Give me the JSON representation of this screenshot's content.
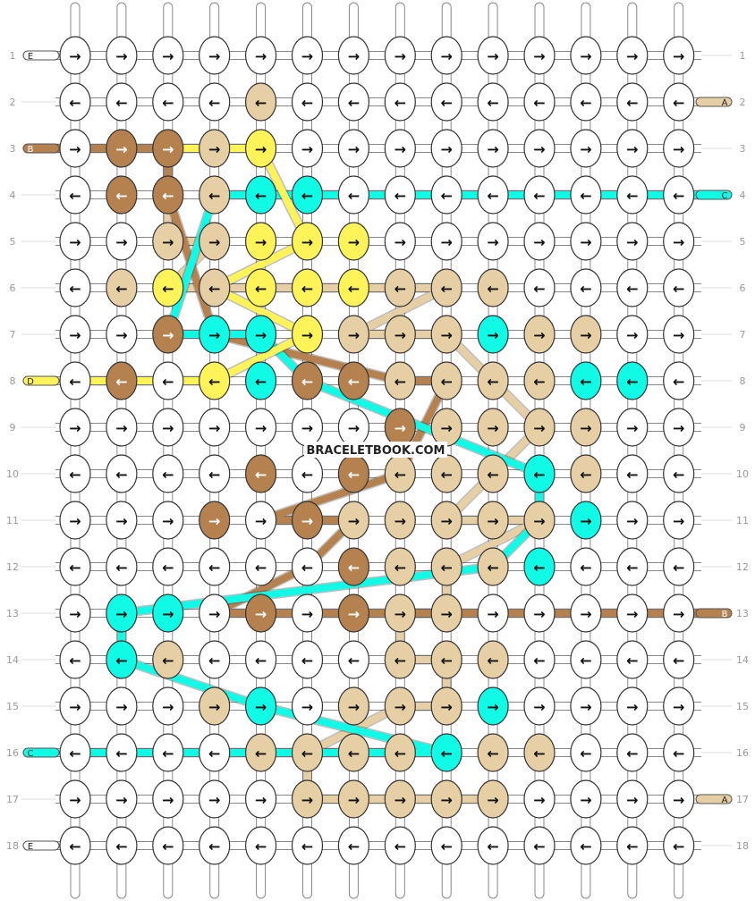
{
  "watermark": "BRACELETBOOK.COM",
  "colors": {
    "A": "#E6CFA4",
    "B": "#B5814F",
    "C": "#11FAE6",
    "D": "#FFF35A",
    "E": "#FFFFFF"
  },
  "row_count": 18,
  "knot_columns": 14,
  "left_row_labels": [
    "1",
    "2",
    "3",
    "4",
    "5",
    "6",
    "7",
    "8",
    "9",
    "10",
    "11",
    "12",
    "13",
    "14",
    "15",
    "16",
    "17",
    "18"
  ],
  "right_row_labels": [
    "1",
    "2",
    "3",
    "4",
    "5",
    "6",
    "7",
    "8",
    "9",
    "10",
    "11",
    "12",
    "13",
    "14",
    "15",
    "16",
    "17",
    "18"
  ],
  "left_strand_tags": [
    {
      "row": 1,
      "letter": "E"
    },
    {
      "row": 3,
      "letter": "B"
    },
    {
      "row": 8,
      "letter": "D"
    },
    {
      "row": 16,
      "letter": "C"
    },
    {
      "row": 18,
      "letter": "E"
    }
  ],
  "right_strand_tags": [
    {
      "row": 2,
      "letter": "A"
    },
    {
      "row": 4,
      "letter": "C"
    },
    {
      "row": 13,
      "letter": "B"
    },
    {
      "row": 17,
      "letter": "A"
    }
  ],
  "knots": [
    "EEEEEEEEEEEEEE",
    "EEEEAEEEEEEEEE",
    "EBBADEEEEEEEEE",
    "EBBACCEEEEEEEE",
    "EEAADDDEEEEEEE",
    "EADADDDAAAEEEE",
    "EEBCCDAAACAAEE",
    "EBEDCBBAAAACCE",
    "EEEEEEEBAAAAEE",
    "EEEEBEBAAACAEE",
    "EEEBEBAAAAACEE",
    "EEEEEEBAAACEEE",
    "ECCEBEBAAEEEEE",
    "ECAEEEEAAAEEEE",
    "EEEACEAAACEEEE",
    "EEEEAAAACAAEEE",
    "EEEEEAAAAAEEEE",
    "EEEEEEEEEEEEEE"
  ],
  "arrows": [
    "→→→→→→→→→→→→→→",
    "←←←←←←←←←←←←←←",
    "→→→→→→→→→→→→→→",
    "←←←←←←←←←←←←←←",
    "→→→→→→→→→→→→→→",
    "←←←←←←←←←←←←←←",
    "→→→→→→→→→→→→→→",
    "←←←←←←←←←←←←←←",
    "→→→→→→→→→→→→→→",
    "←←←←←←←←←←←←←←",
    "→→→→→→→→→→→→→→",
    "←←←←←←←←←←←←←←",
    "→→→→→→→→→→→→→→",
    "←←←←←←←←←←←←←←",
    "→→→→→→→→→→→→→→",
    "←←←←←←←←←←←←←←",
    "→→→→→→→→→→→→→→",
    "←←←←←←←←←←←←←←"
  ],
  "colored_strands": [
    {
      "color": "A",
      "knots": [
        [
          3,
          2
        ],
        [
          5,
          2
        ],
        [
          5,
          3
        ],
        [
          6,
          2
        ],
        [
          6,
          4
        ],
        [
          6,
          6
        ],
        [
          6,
          8
        ],
        [
          7,
          6
        ],
        [
          7,
          8
        ],
        [
          8,
          9
        ],
        [
          9,
          10
        ],
        [
          10,
          9
        ],
        [
          11,
          8
        ],
        [
          11,
          10
        ],
        [
          12,
          8
        ],
        [
          13,
          8
        ],
        [
          13,
          7
        ],
        [
          14,
          7
        ],
        [
          14,
          8
        ],
        [
          15,
          8
        ],
        [
          15,
          7
        ],
        [
          16,
          5
        ],
        [
          17,
          5
        ],
        [
          17,
          9
        ]
      ]
    },
    {
      "color": "B",
      "knots": [
        [
          3,
          0
        ],
        [
          3,
          2
        ],
        [
          4,
          2
        ],
        [
          7,
          3
        ],
        [
          8,
          7
        ],
        [
          8,
          8
        ],
        [
          10,
          7
        ],
        [
          11,
          4
        ],
        [
          11,
          6
        ],
        [
          12,
          5
        ],
        [
          13,
          3
        ],
        [
          13,
          6
        ],
        [
          13,
          14
        ]
      ]
    },
    {
      "color": "C",
      "knots": [
        [
          4,
          14
        ],
        [
          4,
          3
        ],
        [
          7,
          2
        ],
        [
          7,
          4
        ],
        [
          8,
          5
        ],
        [
          10,
          10
        ],
        [
          11,
          10
        ],
        [
          12,
          9
        ],
        [
          13,
          1
        ],
        [
          14,
          1
        ],
        [
          15,
          4
        ],
        [
          16,
          8
        ],
        [
          16,
          0
        ]
      ]
    },
    {
      "color": "D",
      "knots": [
        [
          8,
          0
        ],
        [
          8,
          3
        ],
        [
          7,
          5
        ],
        [
          6,
          3
        ],
        [
          5,
          5
        ],
        [
          3,
          4
        ],
        [
          3,
          2
        ]
      ]
    }
  ]
}
